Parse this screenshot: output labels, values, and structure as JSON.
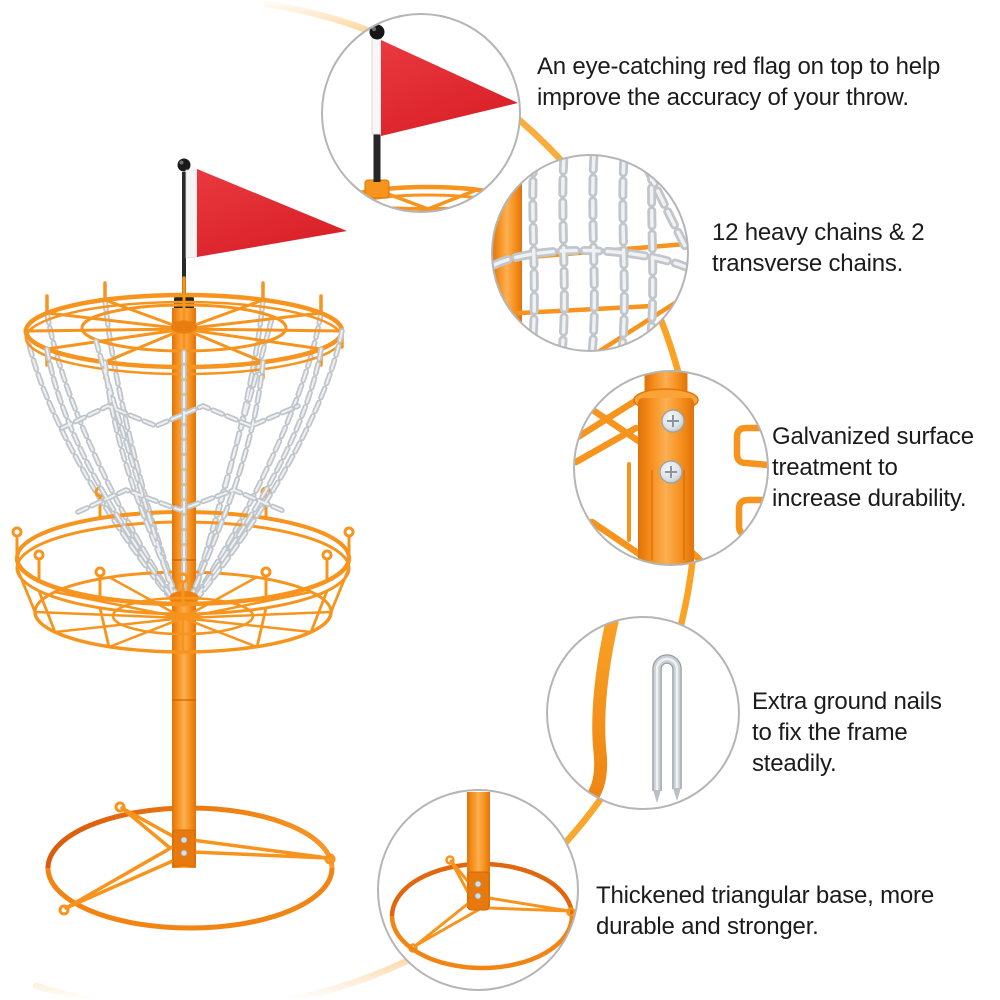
{
  "image_type": "product-feature-infographic",
  "background": "#ffffff",
  "colors": {
    "orange": "#F7941E",
    "orange_dark": "#E2730A",
    "arc_orange": "#F9A224",
    "flag_red": "#E02B30",
    "chain_silver": "#C4C9CE",
    "text": "#1B1B1B",
    "callout_border": "#B5B5B5"
  },
  "callouts": [
    {
      "id": "flag",
      "icon": "red-flag-closeup",
      "text": "An eye-catching red flag on top to help improve the accuracy of your throw.",
      "lines": [
        "An eye-catching red flag on top to help",
        "improve the accuracy of your throw."
      ]
    },
    {
      "id": "chains",
      "icon": "chains-closeup",
      "text": "12 heavy chains & 2 transverse chains.",
      "lines": [
        "12 heavy chains & 2",
        "transverse chains."
      ]
    },
    {
      "id": "galvanized",
      "icon": "pole-bolts-closeup",
      "text": "Galvanized surface treatment to increase durability.",
      "lines": [
        "Galvanized surface",
        "treatment to",
        "increase durability."
      ]
    },
    {
      "id": "ground-nails",
      "icon": "ground-nail-closeup",
      "text": "Extra ground nails to fix the frame steadily.",
      "lines": [
        "Extra ground nails",
        "to fix the frame",
        "steadily."
      ]
    },
    {
      "id": "base",
      "icon": "triangular-base-closeup",
      "text": "Thickened triangular base, more durable and stronger.",
      "lines": [
        "Thickened triangular base, more",
        "durable and stronger."
      ]
    }
  ]
}
